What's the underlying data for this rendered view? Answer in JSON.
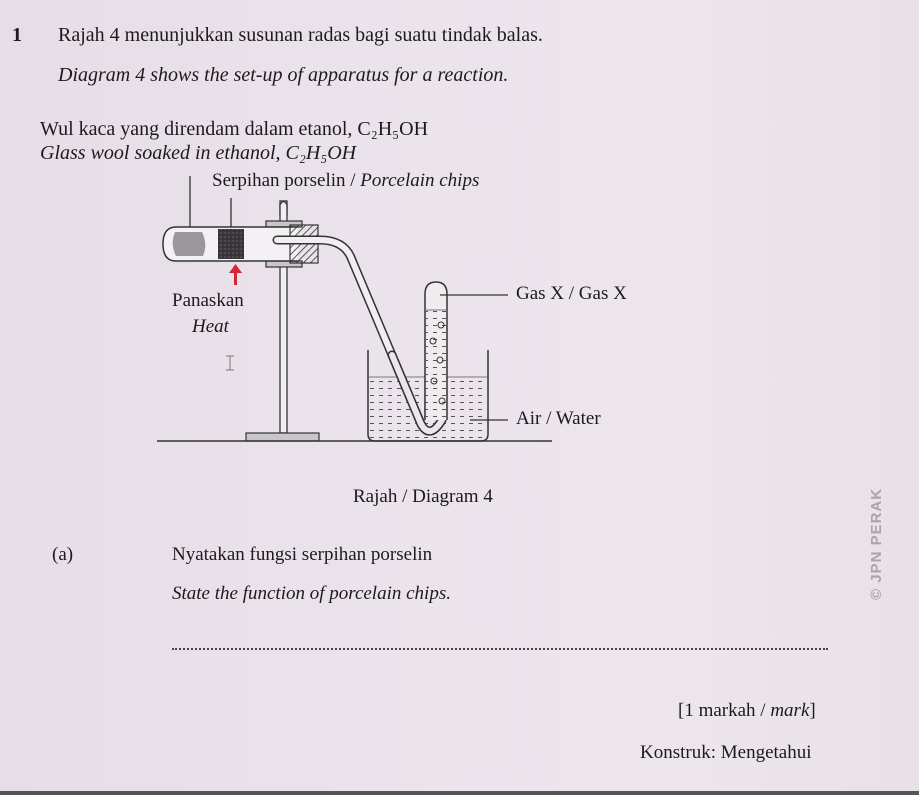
{
  "question": {
    "number": "1",
    "intro_ms": "Rajah 4 menunjukkan susunan radas bagi suatu tindak balas.",
    "intro_en": "Diagram 4 shows the set-up of apparatus for a reaction."
  },
  "diagram": {
    "labels": {
      "glass_wool_ms": "Wul kaca yang direndam dalam etanol, C₂H₅OH",
      "glass_wool_en": "Glass wool soaked in ethanol, C₂H₅OH",
      "chips_ms": "Serpihan porselin / ",
      "chips_en": "Porcelain chips",
      "heat_ms": "Panaskan",
      "heat_en": "Heat",
      "gas": "Gas X / Gas X",
      "water": "Air / Water"
    },
    "caption": "Rajah / Diagram 4",
    "colors": {
      "heat_arrow": "#d3263a",
      "glass_wool": "#9a979b",
      "porcelain_chips": "#3a383b"
    }
  },
  "part_a": {
    "label": "(a)",
    "question_ms": "Nyatakan fungsi serpihan porselin",
    "question_en": "State the function of porcelain chips.",
    "answer_value": "",
    "marks_prefix": "[1 markah / ",
    "marks_italic": "mark",
    "marks_suffix": "]",
    "construct": "Konstruk: Mengetahui"
  },
  "watermark": "© JPN PERAK"
}
